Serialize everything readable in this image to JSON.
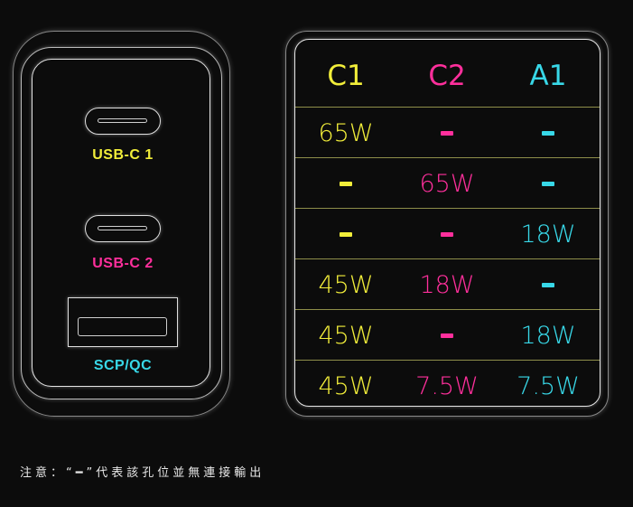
{
  "colors": {
    "c1": "#f2ee3a",
    "c2": "#ff2f9c",
    "a1": "#38d8e8",
    "background": "#0c0c0c"
  },
  "charger": {
    "ports": [
      {
        "label": "USB-C 1",
        "type": "usb-c"
      },
      {
        "label": "USB-C 2",
        "type": "usb-c"
      },
      {
        "label": "SCP/QC",
        "type": "usb-a"
      }
    ]
  },
  "table": {
    "headers": [
      "C1",
      "C2",
      "A1"
    ],
    "rows": [
      [
        "65W",
        "-",
        "-"
      ],
      [
        "-",
        "65W",
        "-"
      ],
      [
        "-",
        "-",
        "18W"
      ],
      [
        "45W",
        "18W",
        "-"
      ],
      [
        "45W",
        "-",
        "18W"
      ],
      [
        "45W",
        "7.5W",
        "7.5W"
      ]
    ]
  },
  "note": "注意：“━”代表該孔位並無連接輸出"
}
